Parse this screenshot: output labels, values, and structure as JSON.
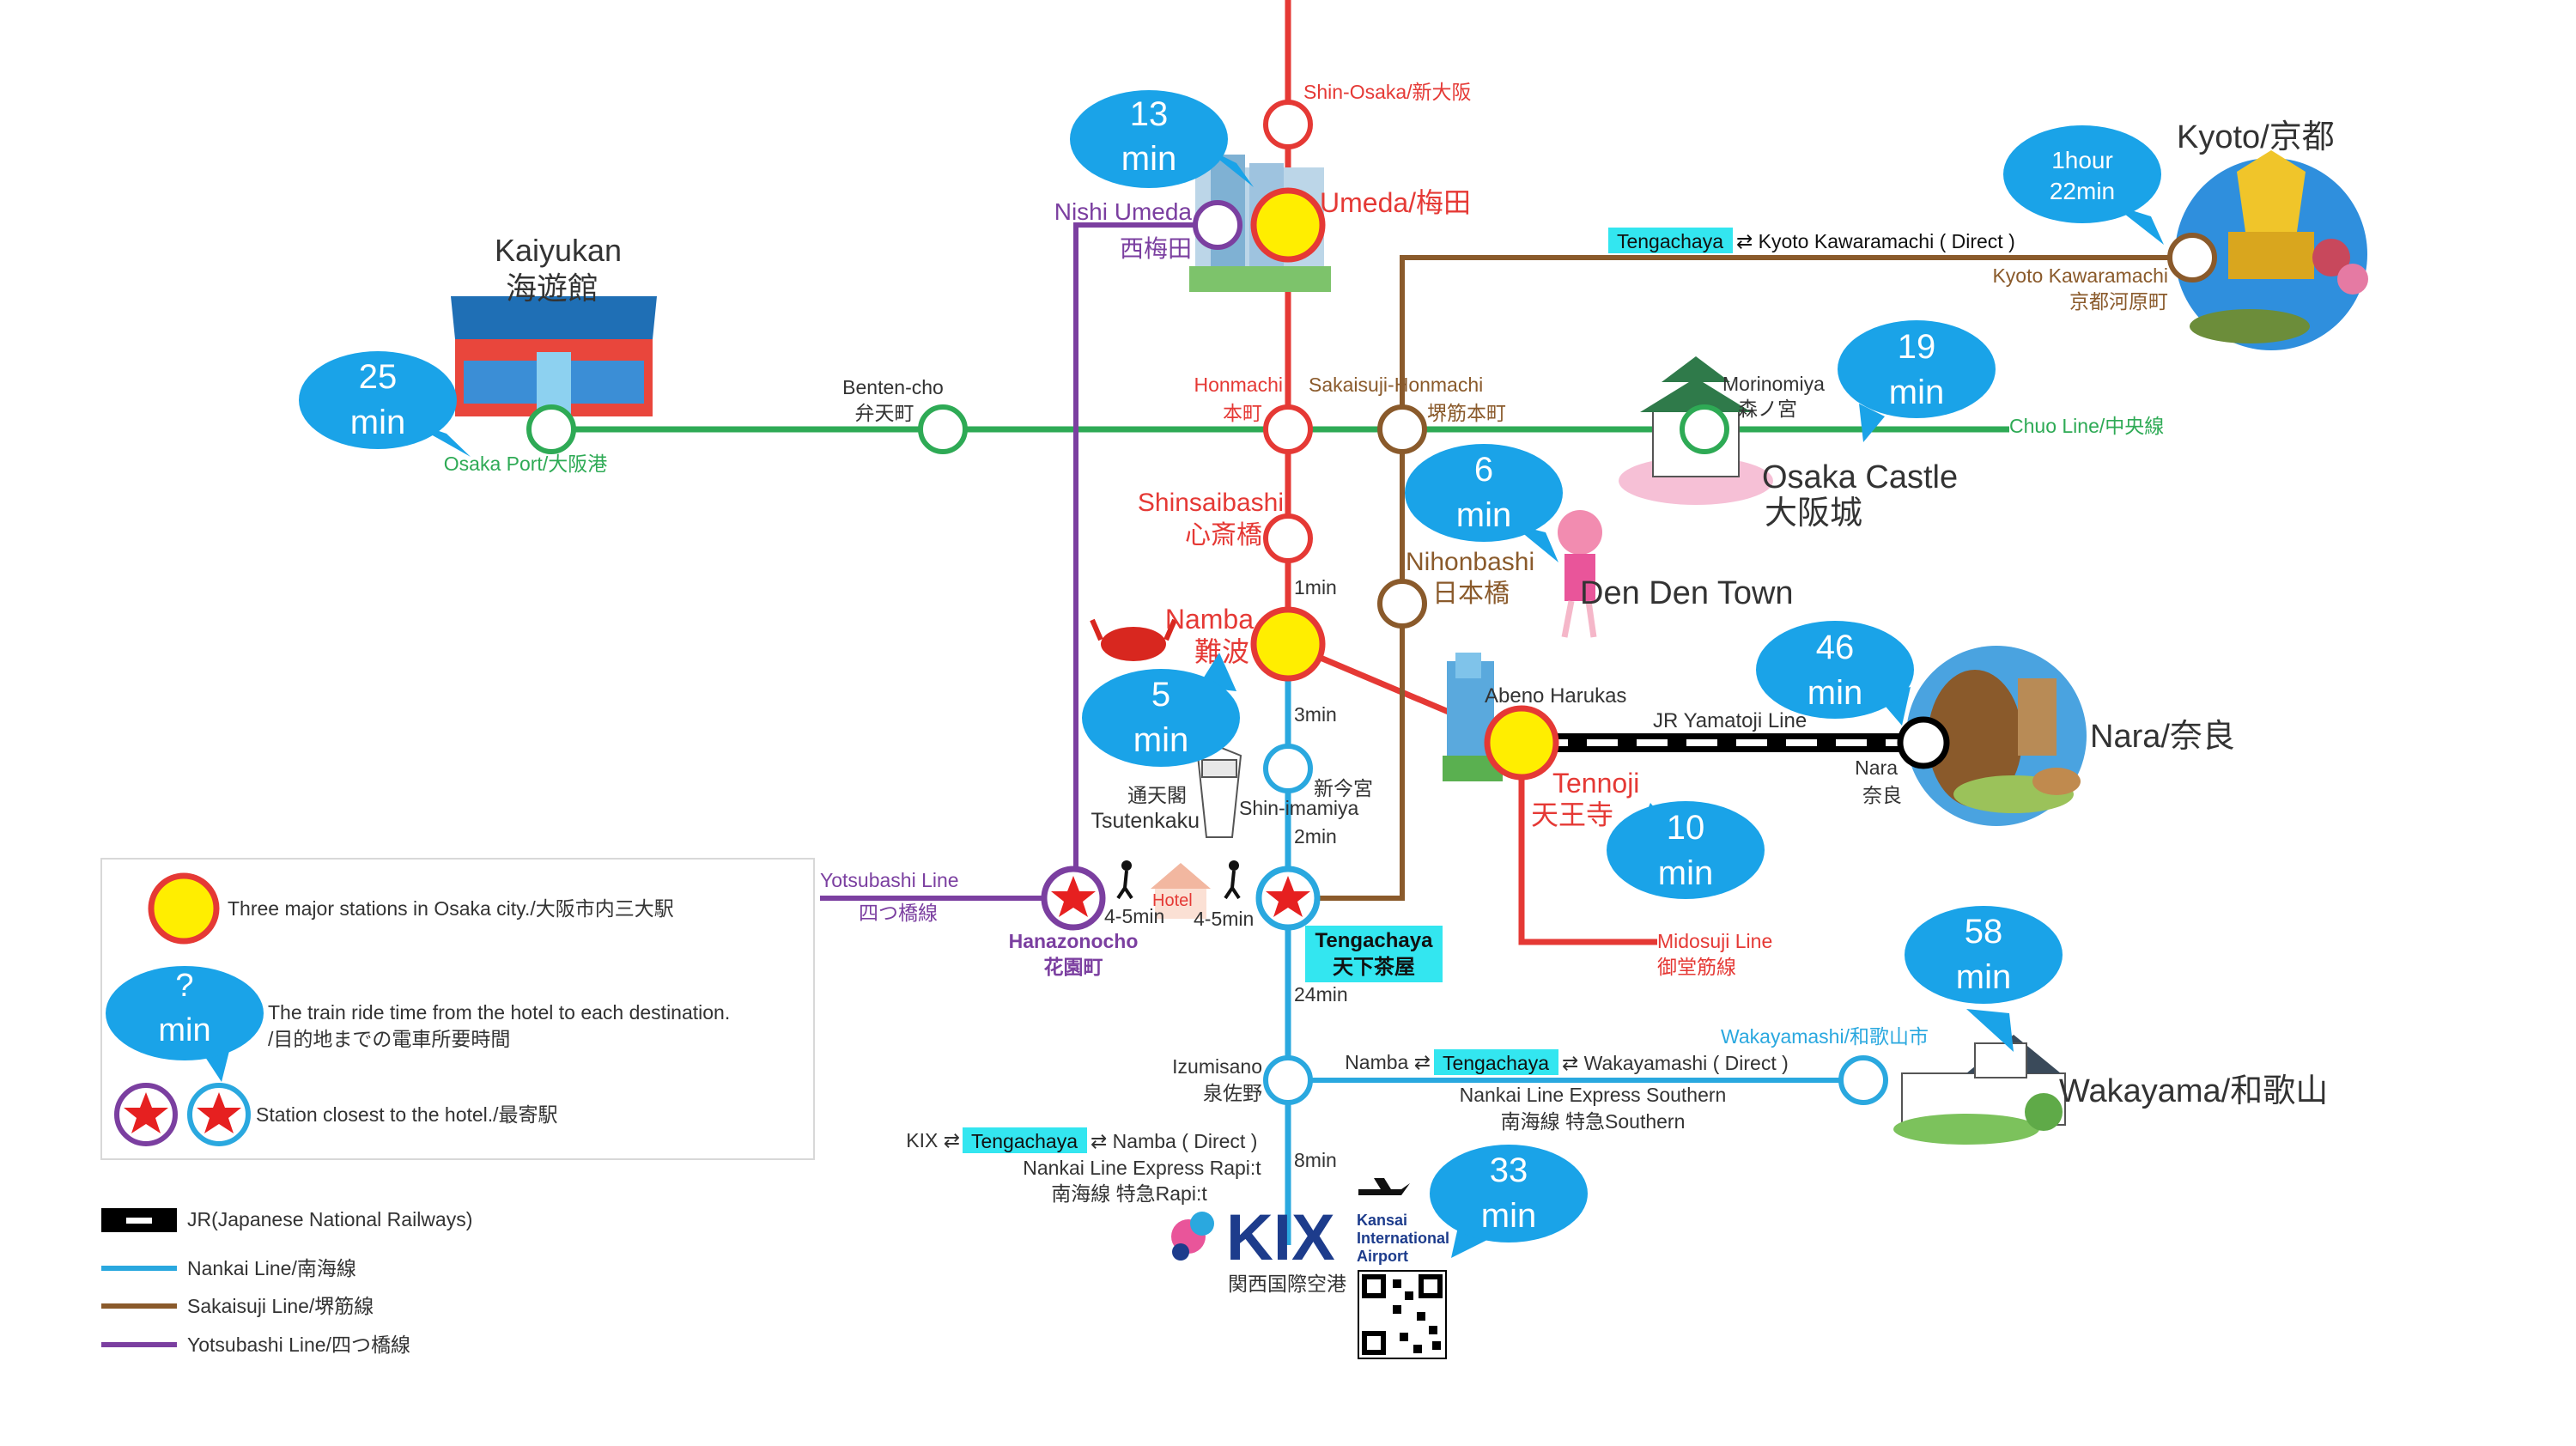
{
  "stations": {
    "shin_osaka": "Shin-Osaka/新大阪",
    "umeda": "Umeda/梅田",
    "nishi_umeda_en": "Nishi Umeda",
    "nishi_umeda_jp": "西梅田",
    "honmachi_en": "Honmachi",
    "honmachi_jp": "本町",
    "sakaisuji_honmachi_en": "Sakaisuji-Honmachi",
    "sakaisuji_honmachi_jp": "堺筋本町",
    "benten_cho_en": "Benten-cho",
    "benten_cho_jp": "弁天町",
    "osaka_port": "Osaka Port/大阪港",
    "morinomiya_en": "Morinomiya",
    "morinomiya_jp": "森ノ宮",
    "chuo_line": "Chuo Line/中央線",
    "shinsaibashi_en": "Shinsaibashi",
    "shinsaibashi_jp": "心斎橋",
    "nihonbashi_en": "Nihonbashi",
    "nihonbashi_jp": "日本橋",
    "namba_en": "Namba",
    "namba_jp": "難波",
    "tennoji_en": "Tennoji",
    "tennoji_jp": "天王寺",
    "abeno_harukas": "Abeno Harukas",
    "jr_yamatoji": "JR Yamatoji Line",
    "nara_station_en": "Nara",
    "nara_station_jp": "奈良",
    "shin_imamiya_jp": "新今宮",
    "shin_imamiya_en": "Shin-imamiya",
    "tsutenkaku_jp": "通天閣",
    "tsutenkaku_en": "Tsutenkaku",
    "hanazonocho_en": "Hanazonocho",
    "hanazonocho_jp": "花園町",
    "tengachaya_en": "Tengachaya",
    "tengachaya_jp": "天下茶屋",
    "yotsubashi_line_en": "Yotsubashi Line",
    "yotsubashi_line_jp": "四つ橋線",
    "midosuji_line_en": "Midosuji Line",
    "midosuji_line_jp": "御堂筋線",
    "izumisano_en": "Izumisano",
    "izumisano_jp": "泉佐野",
    "wakayamashi": "Wakayamashi/和歌山市",
    "kyoto_kawaramachi_en": "Kyoto Kawaramachi",
    "kyoto_kawaramachi_jp": "京都河原町",
    "kansai_airport_jp": "関西国際空港",
    "hotel": "Hotel"
  },
  "destinations": {
    "kaiyukan_en": "Kaiyukan",
    "kaiyukan_jp": "海遊館",
    "kyoto": "Kyoto/京都",
    "osaka_castle_en": "Osaka Castle",
    "osaka_castle_jp": "大阪城",
    "den_den_town": "Den Den Town",
    "nara": "Nara/奈良",
    "wakayama": "Wakayama/和歌山",
    "kix_logo": "KIX",
    "kix_sub1": "Kansai",
    "kix_sub2": "International",
    "kix_sub3": "Airport"
  },
  "times": {
    "umeda": [
      "13",
      "min"
    ],
    "kaiyukan": [
      "25",
      "min"
    ],
    "kyoto": [
      "1hour",
      "22min"
    ],
    "osaka_castle": [
      "19",
      "min"
    ],
    "den_den_town": [
      "6",
      "min"
    ],
    "namba": [
      "5",
      "min"
    ],
    "nara": [
      "46",
      "min"
    ],
    "tennoji": [
      "10",
      "min"
    ],
    "wakayama": [
      "58",
      "min"
    ],
    "kix": [
      "33",
      "min"
    ],
    "legend": [
      "?",
      "min"
    ]
  },
  "segments": {
    "shinsaibashi_namba": "1min",
    "namba_shinimamiya": "3min",
    "shinimamiya_tengachaya": "2min",
    "izumisano_kix": "8min",
    "walk_left": "4-5min",
    "walk_right": "4-5min",
    "tengachaya_izumisano": "24min"
  },
  "routes": {
    "kyoto": {
      "tag": "Tengachaya",
      "rest": "⇄ Kyoto Kawaramachi ( Direct )"
    },
    "wakayama": {
      "pre": "Namba ⇄",
      "tag": "Tengachaya",
      "rest": "⇄ Wakayamashi ( Direct )",
      "line2": "Nankai Line Express Southern",
      "line3": "南海線 特急Southern"
    },
    "kix": {
      "pre": "KIX ⇄",
      "tag": "Tengachaya",
      "rest": "⇄ Namba ( Direct )",
      "line2": "Nankai Line Express Rapi:t",
      "line3": "南海線 特急Rapi:t"
    }
  },
  "legend": {
    "major": "Three major stations in Osaka city./大阪市内三大駅",
    "time_line1": "The train ride time from the hotel to each destination.",
    "time_line2": "/目的地までの電車所要時間",
    "closest": "Station closest to the hotel./最寄駅",
    "jr": "JR(Japanese National Railways)",
    "nankai": "Nankai Line/南海線",
    "sakaisuji": "Sakaisuji Line/堺筋線",
    "yotsubashi": "Yotsubashi Line/四つ橋線"
  },
  "colors": {
    "midosuji": "#e53935",
    "chuo": "#2eaa55",
    "sakaisuji": "#8a5a2b",
    "yotsubashi": "#7b3fa0",
    "nankai": "#2aa8df",
    "bubble": "#1aa3e8",
    "major_station": "#ffee00",
    "tag_bg": "#33e6f0"
  }
}
